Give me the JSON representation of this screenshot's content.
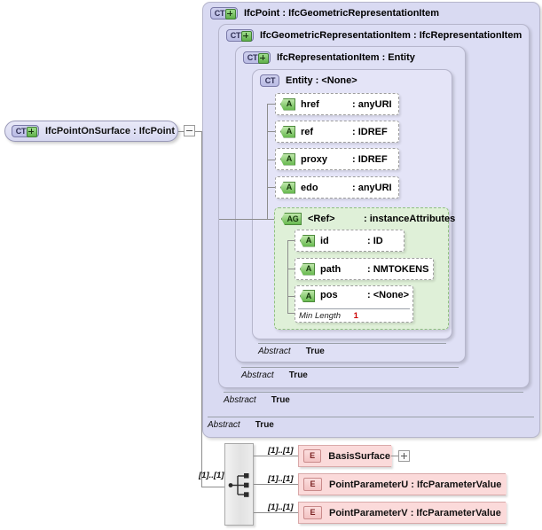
{
  "diagram": {
    "title": "IfcPointOnSurface XSD diagram",
    "accent_purple": "#d9daf2",
    "accent_green": "#dff0d8",
    "accent_pink": "#fdeaea",
    "facet_value_color": "#cc0000"
  },
  "root": {
    "badge": "CT",
    "badge_name": "complex-type-plus-icon",
    "label": "IfcPointOnSurface : IfcPoint",
    "toggle": "minus"
  },
  "panels": [
    {
      "badge": "CT",
      "label": "IfcPoint   : IfcGeometricRepresentationItem",
      "abstract_label": "Abstract",
      "abstract_value": "True"
    },
    {
      "badge": "CT",
      "label": "IfcGeometricRepresentationItem : IfcRepresentationItem",
      "abstract_label": "Abstract",
      "abstract_value": "True"
    },
    {
      "badge": "CT",
      "label": "IfcRepresentationItem : Entity",
      "abstract_label": "Abstract",
      "abstract_value": "True"
    },
    {
      "badge": "CT",
      "label": "Entity      : <None>",
      "abstract_label": "Abstract",
      "abstract_value": "True"
    }
  ],
  "attributes": [
    {
      "badge": "A",
      "name": "href",
      "type": ": anyURI"
    },
    {
      "badge": "A",
      "name": "ref",
      "type": ": IDREF"
    },
    {
      "badge": "A",
      "name": "proxy",
      "type": ": IDREF"
    },
    {
      "badge": "A",
      "name": "edo",
      "type": ": anyURI"
    }
  ],
  "attribute_group": {
    "badge": "AG",
    "name": "<Ref>",
    "type": ": instanceAttributes",
    "members": [
      {
        "badge": "A",
        "name": "id",
        "type": ": ID"
      },
      {
        "badge": "A",
        "name": "path",
        "type": ": NMTOKENS"
      },
      {
        "badge": "A",
        "name": "pos",
        "type": ": <None>"
      }
    ],
    "facet": {
      "label": "Min Length",
      "value": "1"
    }
  },
  "sequence": {
    "name": "sequence-compositor",
    "multiplicity": "[1]..[1]"
  },
  "elements": [
    {
      "badge": "E",
      "label": "BasisSurface",
      "multiplicity": "[1]..[1]",
      "toggle": "plus"
    },
    {
      "badge": "E",
      "label": "PointParameterU : IfcParameterValue",
      "multiplicity": "[1]..[1]",
      "toggle": ""
    },
    {
      "badge": "E",
      "label": "PointParameterV : IfcParameterValue",
      "multiplicity": "[1]..[1]",
      "toggle": ""
    }
  ]
}
